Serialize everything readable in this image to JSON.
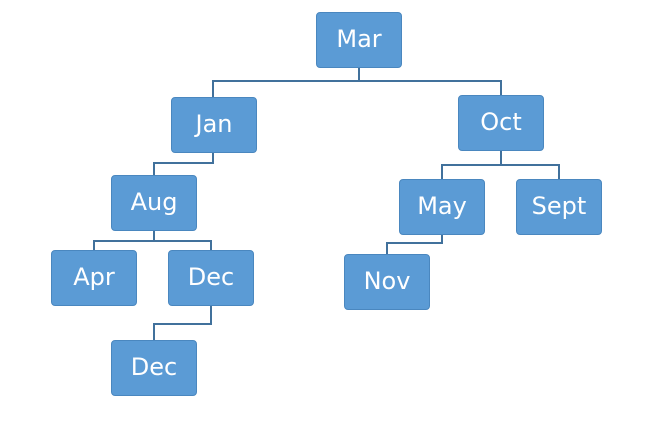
{
  "diagram": {
    "type": "binary-tree",
    "colors": {
      "node_fill": "#5b9bd5",
      "node_border": "#4a87bf",
      "node_text": "#ffffff",
      "connector": "#41719c",
      "background": "#ffffff"
    },
    "nodes": {
      "mar": "Mar",
      "jan": "Jan",
      "oct": "Oct",
      "aug": "Aug",
      "may": "May",
      "sept": "Sept",
      "apr": "Apr",
      "dec_1": "Dec",
      "nov": "Nov",
      "dec_2": "Dec"
    },
    "edges": [
      {
        "from": "Mar",
        "to": "Jan"
      },
      {
        "from": "Mar",
        "to": "Oct"
      },
      {
        "from": "Jan",
        "to": "Aug"
      },
      {
        "from": "Oct",
        "to": "May"
      },
      {
        "from": "Oct",
        "to": "Sept"
      },
      {
        "from": "Aug",
        "to": "Apr"
      },
      {
        "from": "Aug",
        "to": "Dec"
      },
      {
        "from": "May",
        "to": "Nov"
      },
      {
        "from": "Dec",
        "to": "Dec"
      }
    ]
  }
}
